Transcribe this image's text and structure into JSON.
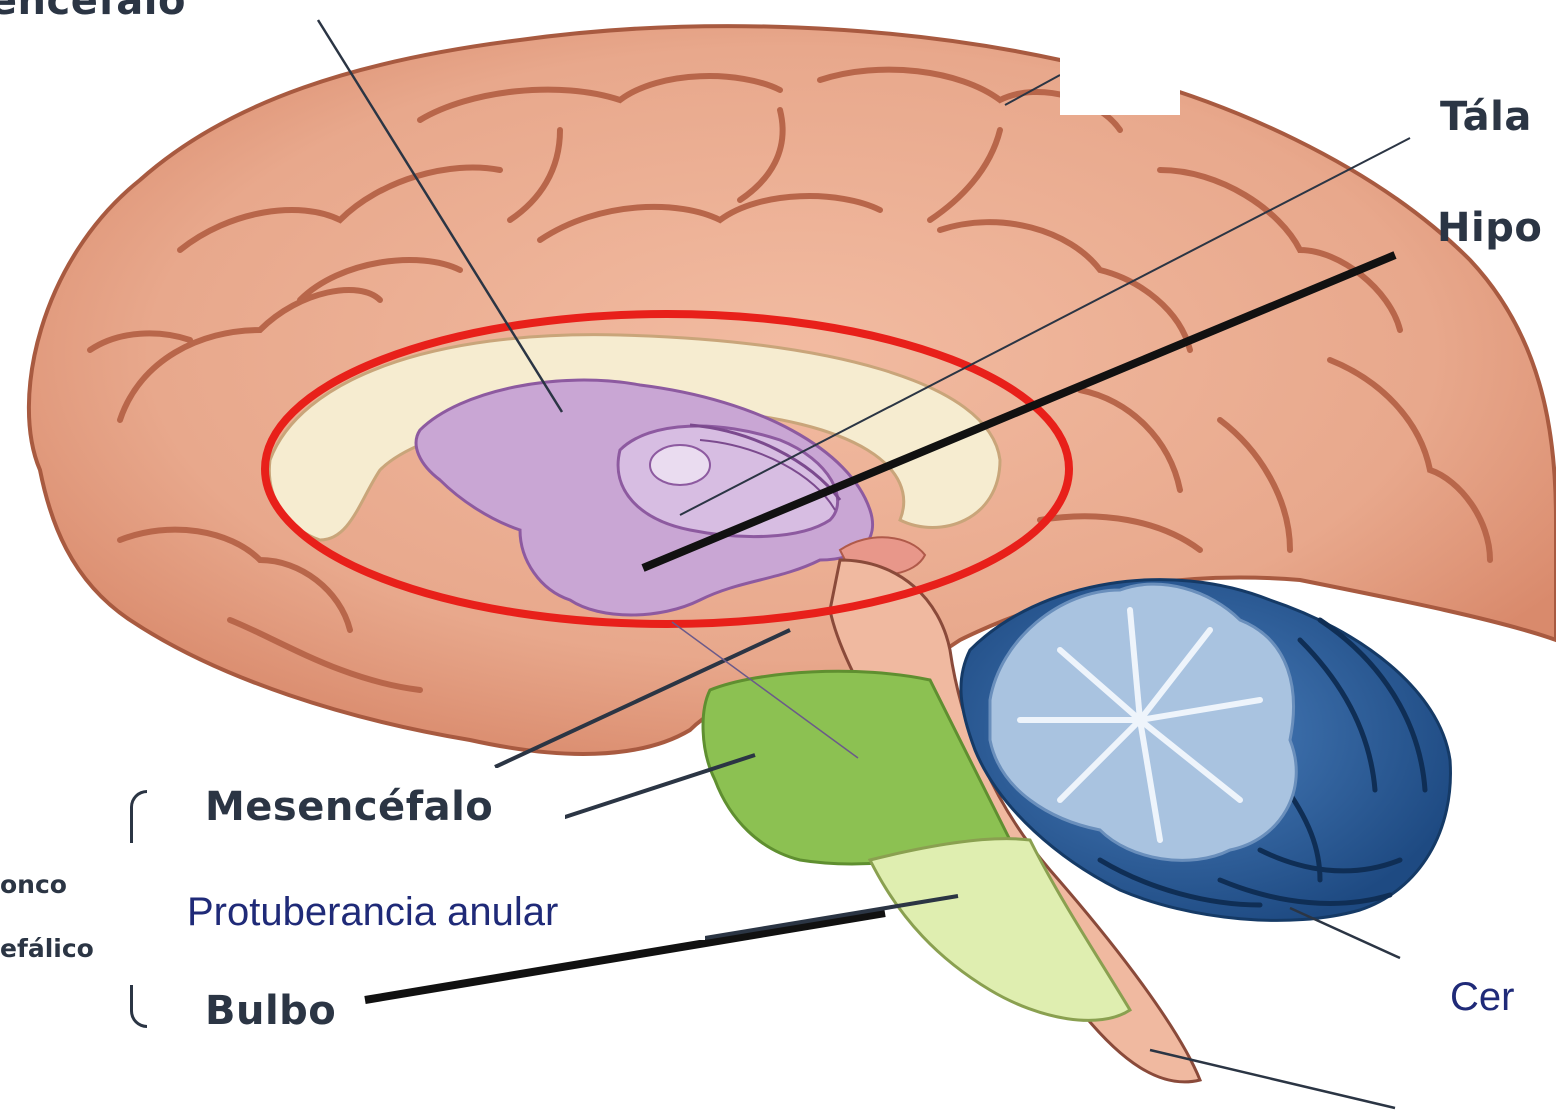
{
  "labels": {
    "diencefalo": "Diencéfalo",
    "talamo": "Tála",
    "hipotalamo": "Hipo",
    "mesencefalo": "Mesencéfalo",
    "tronco_line1": "onco",
    "tronco_line2": "efálico",
    "bulbo": "Bulbo",
    "protuberancia": "Protuberancia anular",
    "cerebelo": "Cer"
  },
  "colors": {
    "cortex": "#e8a88c",
    "cortex_dark": "#b8664a",
    "diencephalon": "#c9a6d4",
    "corpus_callosum": "#f6ecd0",
    "midbrain_pons": "#8cc152",
    "medulla": "#dfeeb0",
    "cerebellum_dark": "#2d5c96",
    "cerebellum_light": "#a9c3e0",
    "brainstem_rear": "#f0b9a0",
    "highlight_ellipse": "#e8201a",
    "label_text": "#2b3544",
    "blue_text": "#1f2a78"
  }
}
